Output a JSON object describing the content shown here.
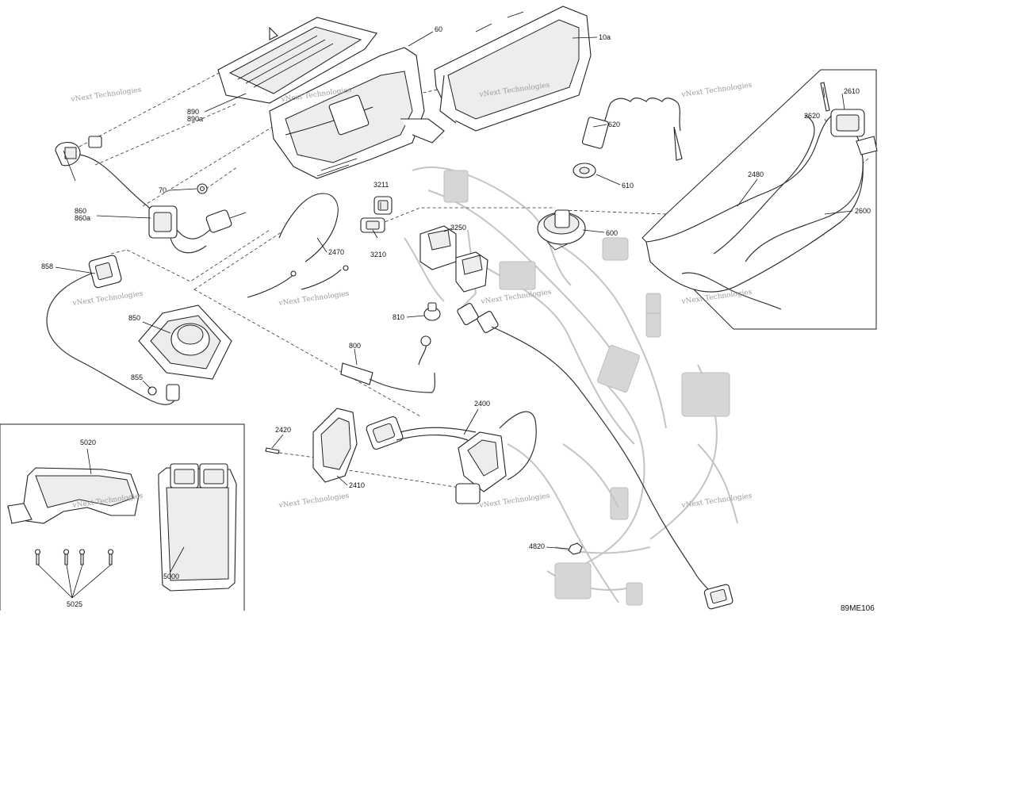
{
  "diagram": {
    "figure_id": "89ME106",
    "watermark": "vNext Technologies",
    "callouts": [
      {
        "id": "c60",
        "text": "60"
      },
      {
        "id": "c10a",
        "text": "10a"
      },
      {
        "id": "c890",
        "text": "890"
      },
      {
        "id": "c890a",
        "text": "890a"
      },
      {
        "id": "c620",
        "text": "620"
      },
      {
        "id": "c610",
        "text": "610"
      },
      {
        "id": "c70",
        "text": "70"
      },
      {
        "id": "c3211",
        "text": "3211"
      },
      {
        "id": "c3250",
        "text": "3250"
      },
      {
        "id": "c3210",
        "text": "3210"
      },
      {
        "id": "c600",
        "text": "600"
      },
      {
        "id": "c860",
        "text": "860"
      },
      {
        "id": "c860a",
        "text": "860a"
      },
      {
        "id": "c858",
        "text": "858"
      },
      {
        "id": "c2470",
        "text": "2470"
      },
      {
        "id": "c850",
        "text": "850"
      },
      {
        "id": "c855",
        "text": "855"
      },
      {
        "id": "c810",
        "text": "810"
      },
      {
        "id": "c800",
        "text": "800"
      },
      {
        "id": "c2610",
        "text": "2610"
      },
      {
        "id": "c2620",
        "text": "2620"
      },
      {
        "id": "c2480",
        "text": "2480"
      },
      {
        "id": "c2600",
        "text": "2600"
      },
      {
        "id": "c2400",
        "text": "2400"
      },
      {
        "id": "c2420",
        "text": "2420"
      },
      {
        "id": "c2410",
        "text": "2410"
      },
      {
        "id": "c5020",
        "text": "5020"
      },
      {
        "id": "c5000",
        "text": "5000"
      },
      {
        "id": "c5025",
        "text": "5025"
      },
      {
        "id": "c4820",
        "text": "4820"
      }
    ]
  }
}
